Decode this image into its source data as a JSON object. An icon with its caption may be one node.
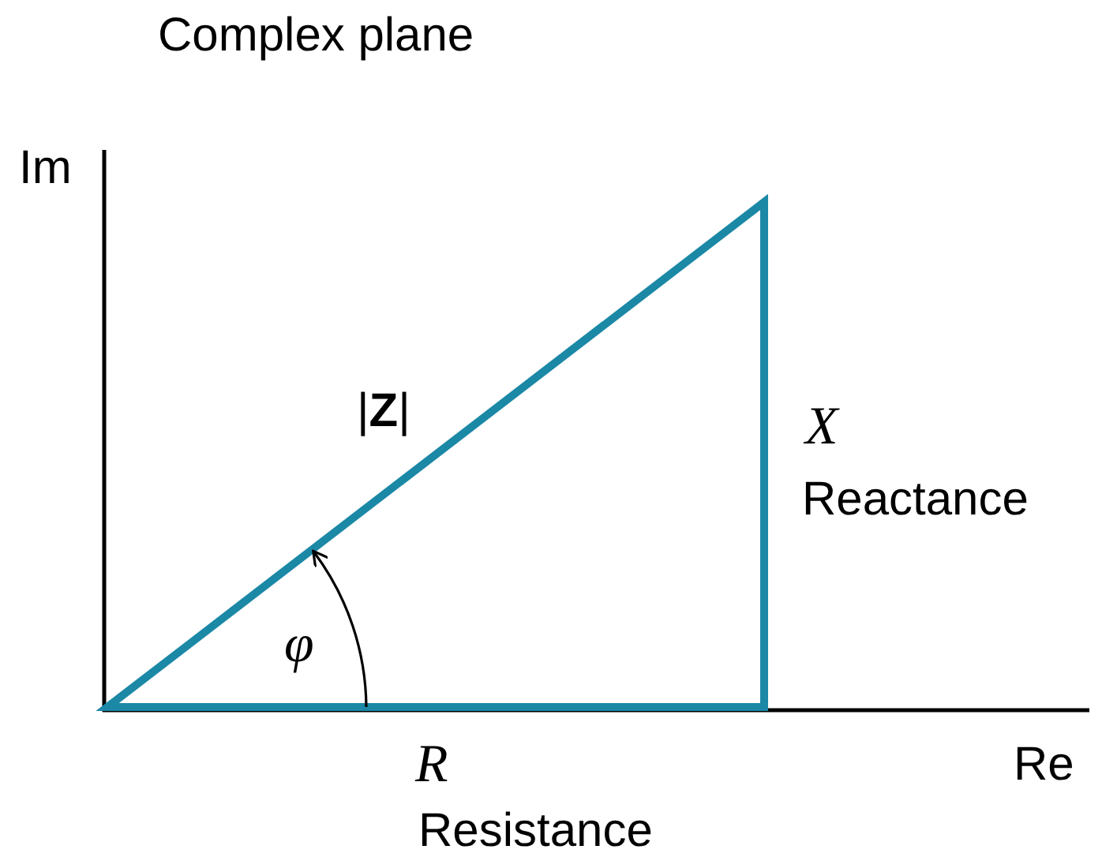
{
  "diagram": {
    "title": "Complex plane",
    "labels": [
      "Im",
      "|**Z**|",
      "X",
      "Reactance",
      "φ",
      "R",
      "Resistance",
      "Re"
    ]
  }
}
